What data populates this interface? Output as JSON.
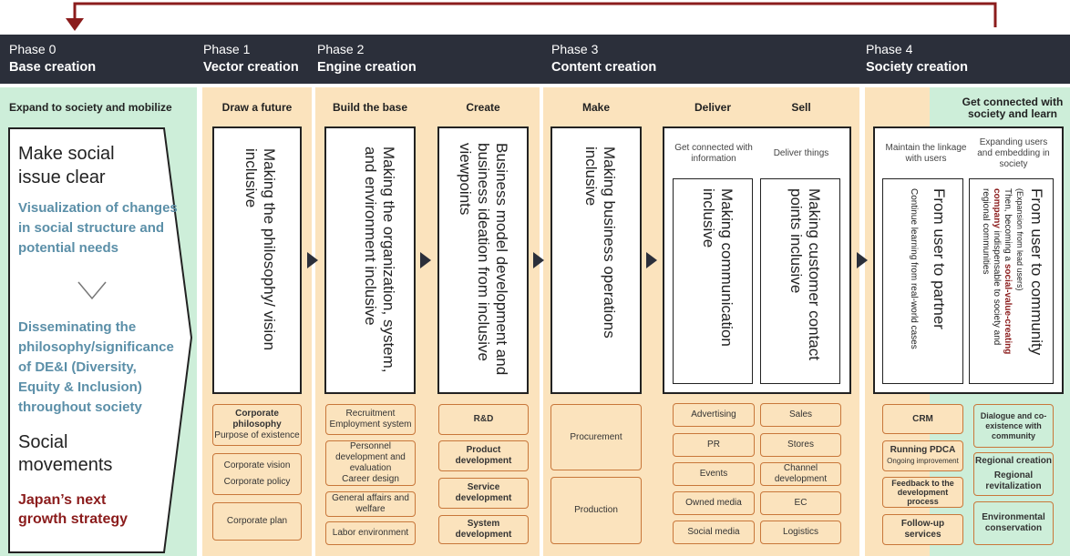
{
  "phases": [
    {
      "num": "Phase 0",
      "name": "Base creation"
    },
    {
      "num": "Phase 1",
      "name": "Vector creation"
    },
    {
      "num": "Phase 2",
      "name": "Engine creation"
    },
    {
      "num": "Phase 3",
      "name": "Content creation"
    },
    {
      "num": "Phase 4",
      "name": "Society creation"
    }
  ],
  "p0": {
    "title": "Expand to society and mobilize",
    "h1": "Make social issue clear",
    "t1": "Visualization of changes in social structure and potential needs",
    "t2": "Disseminating the philosophy/significance of DE&I (Diversity, Equity & Inclusion) throughout society",
    "h2": "Social movements",
    "h3": "Japan’s next growth strategy"
  },
  "p1": {
    "title": "Draw a future",
    "box": "Making the philosophy/ vision inclusive",
    "items": [
      [
        "Corporate philosophy",
        "Purpose of existence"
      ],
      [
        "Corporate vision",
        "Corporate policy"
      ],
      [
        "Corporate plan"
      ]
    ]
  },
  "p2a": {
    "title": "Build the base",
    "box": "Making the organization, system, and environment inclusive",
    "items": [
      [
        "Recruitment",
        "Employment system"
      ],
      [
        "Personnel development and evaluation",
        "Career design"
      ],
      [
        "General affairs and welfare"
      ],
      [
        "Labor environment"
      ]
    ]
  },
  "p2b": {
    "title": "Create",
    "box": "Business model development and business ideation from inclusive viewpoints",
    "items": [
      "R&D",
      "Product development",
      "Service development",
      "System development"
    ]
  },
  "p3a": {
    "title": "Make",
    "box": "Making business operations inclusive",
    "items": [
      "Procurement",
      "Production"
    ]
  },
  "p3b": {
    "title": "Deliver",
    "sub": "Get connected with information",
    "box": "Making communication inclusive",
    "items": [
      "Advertising",
      "PR",
      "Events",
      "Owned media",
      "Social media"
    ]
  },
  "p3c": {
    "title": "Sell",
    "sub": "Deliver things",
    "box": "Making customer contact points inclusive",
    "items": [
      "Sales",
      "Stores",
      "Channel development",
      "EC",
      "Logistics"
    ]
  },
  "p4a": {
    "sub": "Maintain the linkage with users",
    "box": "From user to partner",
    "note": "Continue learning from real-world cases",
    "items": [
      [
        "CRM"
      ],
      [
        "Running PDCA",
        "Ongoing improvement"
      ],
      [
        "Feedback to the development process"
      ],
      [
        "Follow-up services"
      ]
    ]
  },
  "p4b": {
    "title": "Get connected with society and learn",
    "sub": "Expanding users and embedding in society",
    "box": "From user to community",
    "paren": "(Expansion from lead users)",
    "note_a": "Then, becoming a ",
    "note_b": "social-value-creating company",
    "note_c": " indispensable to society and regional communities",
    "items": [
      [
        "Dialogue and co-existence with community"
      ],
      [
        "Regional creation",
        "Regional revitalization"
      ],
      [
        "Environmental conservation"
      ]
    ]
  },
  "colors": {
    "header": "#2b2f3a",
    "orange": "#fbe3bd",
    "green": "#cdeed9",
    "accent": "#8b1c1c",
    "blue": "#5b8fa8"
  }
}
